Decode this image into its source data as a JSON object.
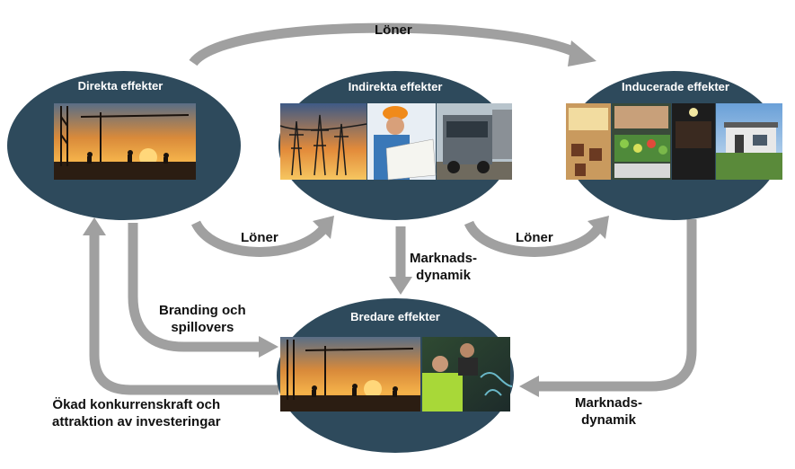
{
  "colors": {
    "ellipse_fill": "#2e4a5c",
    "arrow_gray": "#a0a0a0",
    "label_text": "#111111",
    "title_text": "#ffffff"
  },
  "nodes": {
    "direkta": {
      "title": "Direkta effekter",
      "images": [
        "construction-site-sunset"
      ]
    },
    "indirekta": {
      "title": "Indirekta effekter",
      "images": [
        "power-lines-sunset",
        "engineer-with-blueprints",
        "volvo-truck"
      ]
    },
    "inducerade": {
      "title": "Inducerade effekter",
      "images": [
        "restaurant-interior",
        "grocery-produce-counter",
        "modern-house"
      ]
    },
    "bredare": {
      "title": "Bredare effekter",
      "images": [
        "construction-site-sunset",
        "students-in-workshop"
      ]
    }
  },
  "arrows": {
    "top_loner": "Löner",
    "mid_loner_left": "Löner",
    "mid_loner_right": "Löner",
    "marknads_center": [
      "Marknads-",
      "dynamik"
    ],
    "branding": [
      "Branding och",
      "spillovers"
    ],
    "okad": [
      "Ökad konkurrenskraft och",
      "attraktion av investeringar"
    ],
    "marknads_right": [
      "Marknads-",
      "dynamik"
    ]
  }
}
